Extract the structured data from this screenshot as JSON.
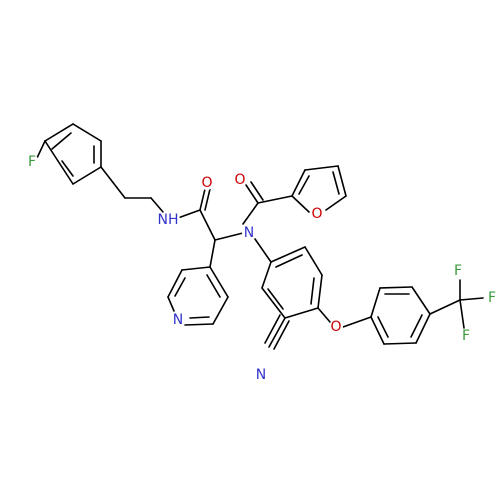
{
  "colors": {
    "bond": "#000000",
    "carbon": "#000000",
    "nitrogen": "#3333cc",
    "oxygen": "#cc0000",
    "fluorine": "#3a9a3a",
    "background": "#ffffff"
  },
  "labels": {
    "F_aryl": "F",
    "NH_amide": "NH",
    "O_amide": "O",
    "O_furoyl_carbonyl": "O",
    "O_furan": "O",
    "N_central": "N",
    "N_pyridine": "N",
    "O_ether": "O",
    "N_nitrile": "N",
    "F_cf3_top": "F",
    "F_cf3_right": "F",
    "F_cf3_bottom": "F"
  }
}
